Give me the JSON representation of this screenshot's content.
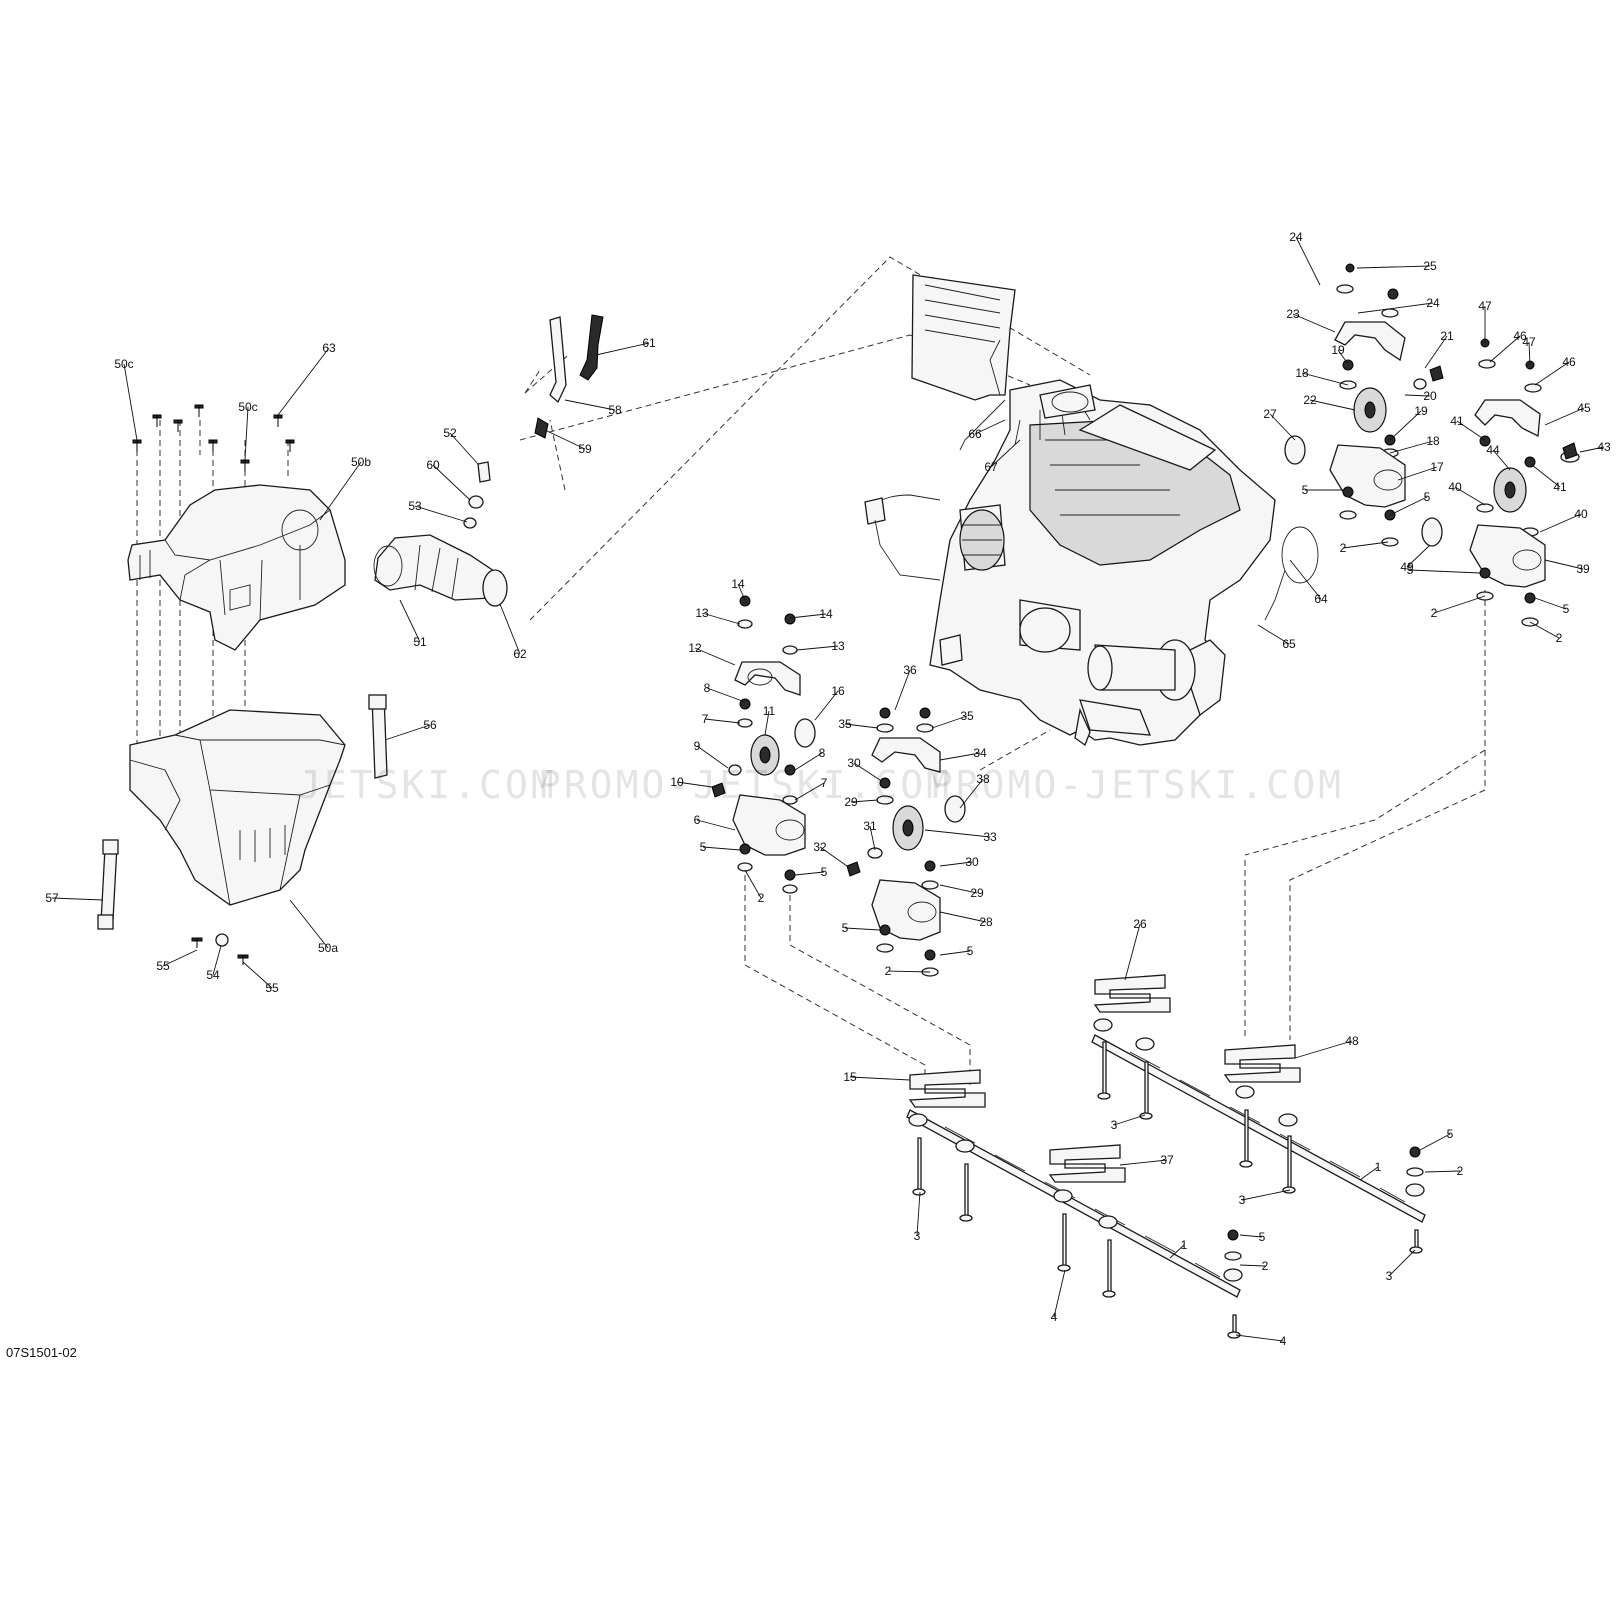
{
  "document_id": "07S1501-02",
  "watermarks": [
    "JETSKI.COM",
    "PROMO-JETSKI.COM",
    "PROMO-JETSKI.COM"
  ],
  "callouts": [
    "50c",
    "63",
    "50c",
    "50b",
    "61",
    "58",
    "59",
    "52",
    "60",
    "53",
    "51",
    "62",
    "56",
    "57",
    "50a",
    "55",
    "54",
    "55",
    "66",
    "67",
    "64",
    "65",
    "24",
    "25",
    "24",
    "23",
    "21",
    "47",
    "46",
    "47",
    "46",
    "19",
    "20",
    "18",
    "22",
    "19",
    "45",
    "27",
    "18",
    "41",
    "43",
    "17",
    "44",
    "41",
    "5",
    "5",
    "40",
    "40",
    "2",
    "49",
    "5",
    "39",
    "2",
    "5",
    "2",
    "14",
    "13",
    "14",
    "13",
    "12",
    "8",
    "16",
    "11",
    "7",
    "9",
    "8",
    "10",
    "7",
    "6",
    "5",
    "5",
    "2",
    "36",
    "35",
    "35",
    "34",
    "30",
    "29",
    "33",
    "38",
    "31",
    "32",
    "30",
    "29",
    "28",
    "5",
    "5",
    "2",
    "26",
    "48",
    "15",
    "3",
    "1",
    "37",
    "5",
    "2",
    "3",
    "3",
    "1",
    "5",
    "2",
    "4",
    "3",
    "4"
  ]
}
